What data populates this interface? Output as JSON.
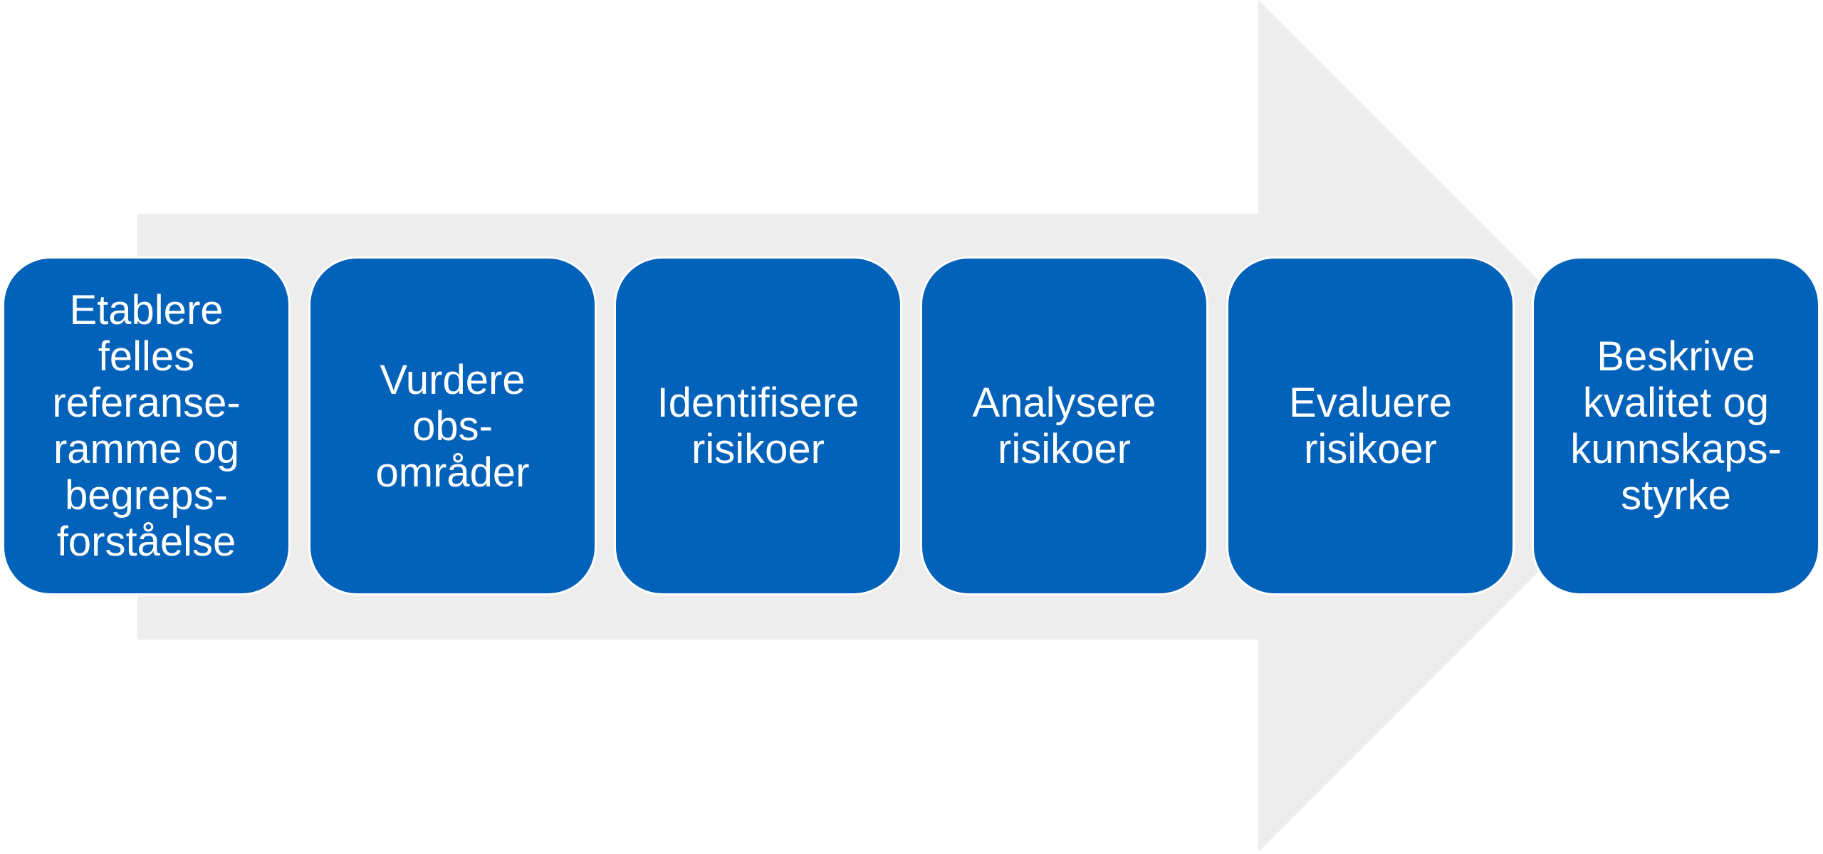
{
  "colors": {
    "arrow_fill": "#ededed",
    "step_fill": "#0261b9",
    "step_text": "#ffffff",
    "background": "#ffffff"
  },
  "process": {
    "steps": [
      {
        "label": "Etablere\nfelles\nreferanse-\nramme og\nbegreps-\nforståelse"
      },
      {
        "label": "Vurdere\nobs-\nområder"
      },
      {
        "label": "Identifisere\nrisikoer"
      },
      {
        "label": "Analysere\nrisikoer"
      },
      {
        "label": "Evaluere\nrisikoer"
      },
      {
        "label": "Beskrive\nkvalitet og\nkunnskaps-\nstyrke"
      }
    ]
  }
}
